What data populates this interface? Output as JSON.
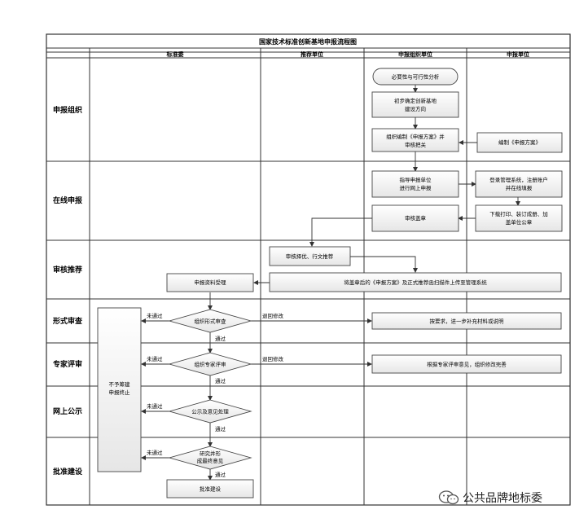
{
  "title": "国家技术标准创新基地申报流程图",
  "lanes": [
    "标准委",
    "推荐单位",
    "申报组织单位",
    "申报单位"
  ],
  "phases": [
    "申报组织",
    "在线申报",
    "审核推荐",
    "形式审查",
    "专家评审",
    "网上公示",
    "批准建设"
  ],
  "nodes": {
    "feasibility": "必要性与可行性分析",
    "direction": [
      "初步确定创新基地",
      "建设方向"
    ],
    "organize_plan": [
      "组织编制《申报方案》并",
      "审核把关"
    ],
    "compile_plan": "编制《申报方案》",
    "guide": [
      "指导申报单位",
      "进行网上申报"
    ],
    "register": [
      "登录管理系统，注册账户",
      "并在线填报"
    ],
    "review_seal": "审核盖章",
    "download": [
      "下载打印、装订成册、加",
      "盖单位公章"
    ],
    "recommend": "审核择优、行文推荐",
    "receive": "申报资料受理",
    "upload": "将盖章后的《申报方案》及正式推荐函扫描件上传至管理系统",
    "formal_review": "组织形式审查",
    "supplement": "按要求，进一步补充材料或说明",
    "expert_review": "组织专家评审",
    "expert_fix": "根据专家评审意见，组织修改完善",
    "publicity": "公示及意见处理",
    "research": [
      "研究并形",
      "成最终意见"
    ],
    "approve": "批准建设",
    "terminate": [
      "不予筹建",
      "申报终止"
    ]
  },
  "labels": {
    "fail": "未通过",
    "pass": "通过",
    "return": "退回修改"
  },
  "watermark": "公共品牌地标委"
}
